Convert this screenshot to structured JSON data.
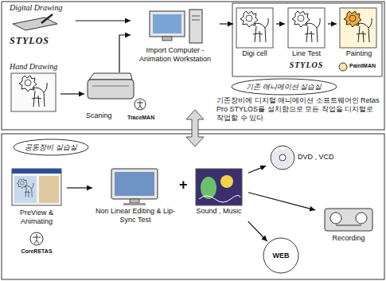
{
  "diagram": {
    "nodes": [
      {
        "text": [
          "Digital Drawing",
          "STYLOS"
        ]
      },
      {
        "text": [
          "Hand Drawing"
        ]
      },
      {
        "text": [
          "Scaning",
          "TraceMAN"
        ]
      },
      {
        "text": [
          "Import Computer -Animation Workstation"
        ]
      },
      {
        "text": [
          "Digi cell"
        ]
      },
      {
        "text": [
          "Line Test",
          "STYLOS"
        ]
      },
      {
        "text": [
          "Painting",
          "PaintMAN"
        ]
      },
      {
        "text": [
          "기존 애니메이션 실습실"
        ]
      },
      {
        "text": [
          "공동장비 실습실"
        ]
      },
      {
        "text": [
          "PreView & Animating",
          "CoreRETAS"
        ]
      },
      {
        "text": [
          "Non Linear Editing & Lip-Sync Test"
        ]
      },
      {
        "text": [
          "Sound , Music"
        ]
      },
      {
        "text": [
          "DVD , VCD"
        ]
      },
      {
        "text": [
          "Recording"
        ]
      },
      {
        "text": [
          "WEB"
        ]
      }
    ],
    "edges": [
      {
        "from": 0,
        "to": 3,
        "arrow": "to"
      },
      {
        "from": 1,
        "to": 2,
        "arrow": "to"
      },
      {
        "from": 2,
        "to": 3,
        "arrow": "to"
      },
      {
        "from": 3,
        "to": 4,
        "arrow": "to"
      },
      {
        "from": 4,
        "to": 5,
        "arrow": "to"
      },
      {
        "from": 5,
        "to": 6,
        "arrow": "to"
      },
      {
        "from": 9,
        "to": 10,
        "arrow": "to"
      },
      {
        "from": 11,
        "to": 12,
        "arrow": "to"
      },
      {
        "from": 11,
        "to": 13,
        "arrow": "to"
      },
      {
        "from": 11,
        "to": 14,
        "arrow": "to"
      }
    ],
    "labels": [
      "기존장비에 디지털 애니메이션 소프트웨어인 Retas Pro STYLOS를 설치함으로 모든 작업을 디지털로 작업할 수 있다",
      "+"
    ]
  }
}
